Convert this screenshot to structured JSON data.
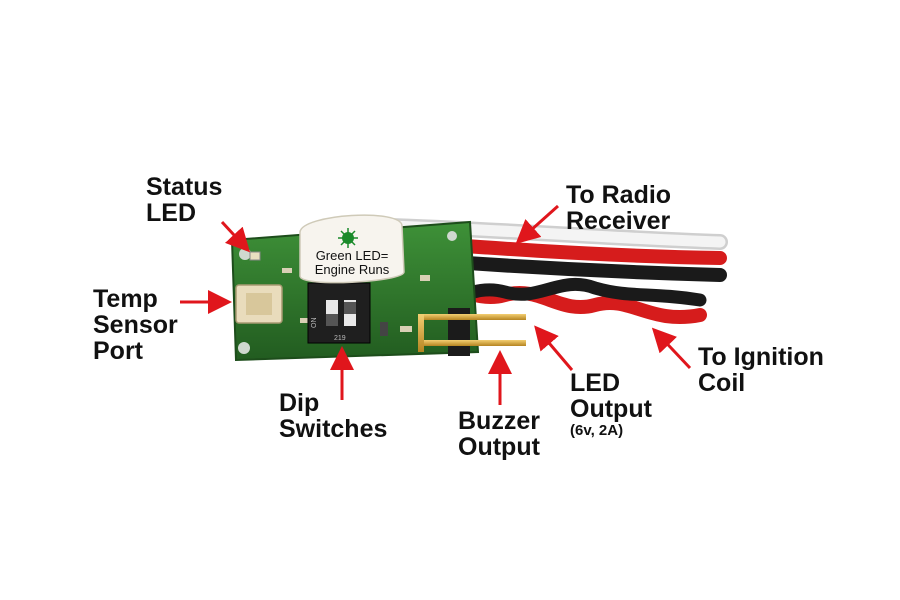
{
  "board_label": {
    "line1": "Green LED=",
    "line2": "Engine Runs"
  },
  "callouts": {
    "status_led": {
      "line1": "Status",
      "line2": "LED"
    },
    "temp_sensor_port": {
      "line1": "Temp",
      "line2": "Sensor",
      "line3": "Port"
    },
    "dip_switches": {
      "line1": "Dip",
      "line2": "Switches"
    },
    "buzzer_output": {
      "line1": "Buzzer",
      "line2": "Output"
    },
    "led_output": {
      "line1": "LED",
      "line2": "Output",
      "note": "(6v, 2A)"
    },
    "to_radio_receiver": {
      "line1": "To Radio",
      "line2": "Receiver"
    },
    "to_ignition_coil": {
      "line1": "To Ignition",
      "line2": "Coil"
    }
  },
  "dip_switch_markings": {
    "on": "ON",
    "digits": "219"
  },
  "colors": {
    "pcb": "#2f7a2c",
    "arrow": "#e0161c",
    "wire_red": "#d61c1c",
    "wire_black": "#1a1a1a",
    "wire_white": "#f2f2f2",
    "pin_gold": "#d9a62e",
    "label_green_led": "#1a8a2a"
  }
}
